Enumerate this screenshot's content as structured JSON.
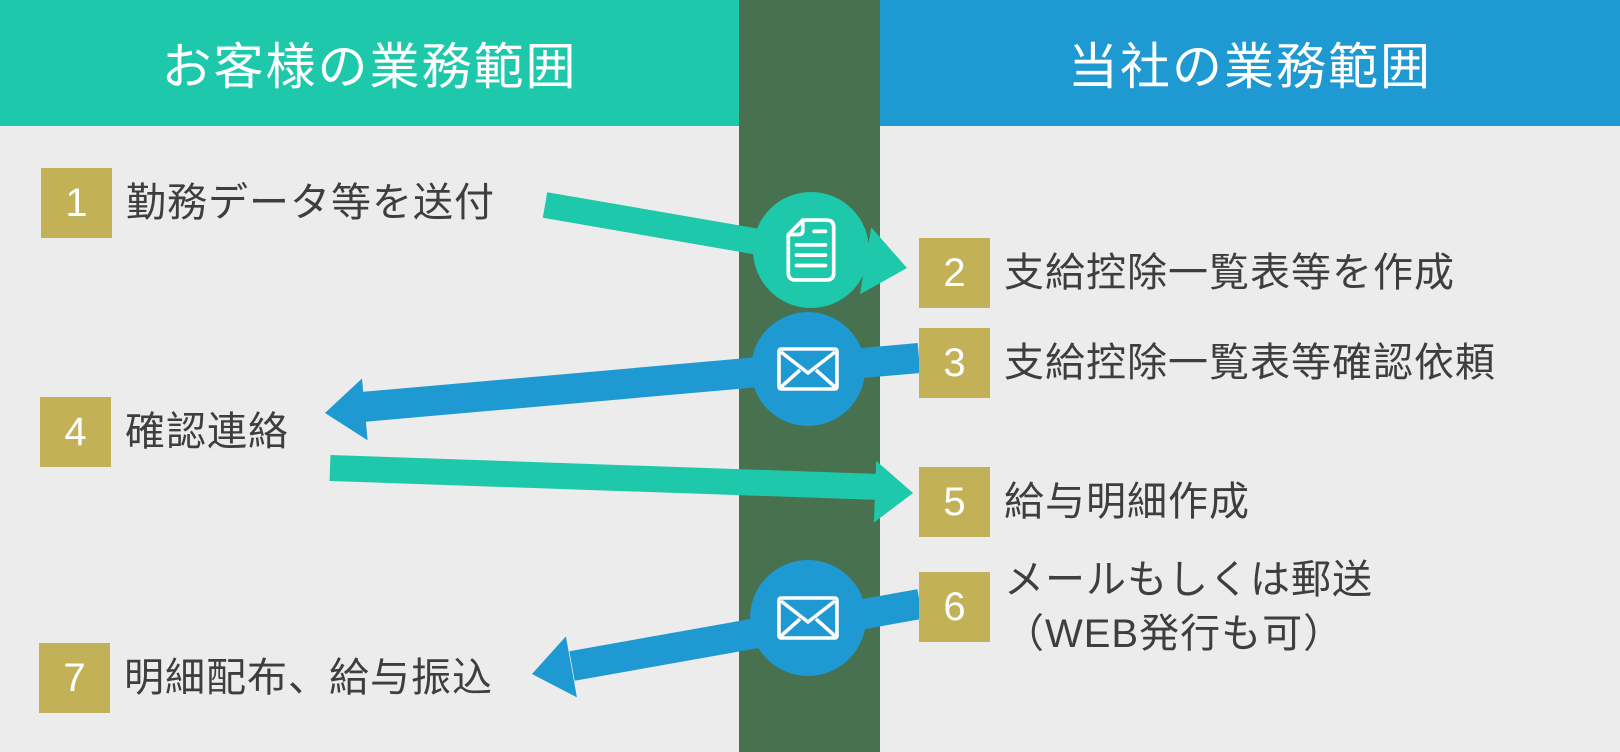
{
  "left_panel": {
    "title": "お客様の業務範囲"
  },
  "right_panel": {
    "title": "当社の業務範囲"
  },
  "steps": [
    {
      "num": "1",
      "label": "勤務データ等を送付",
      "side": "customer"
    },
    {
      "num": "2",
      "label": "支給控除一覧表等を作成",
      "side": "company"
    },
    {
      "num": "3",
      "label": "支給控除一覧表等確認依頼",
      "side": "company"
    },
    {
      "num": "4",
      "label": "確認連絡",
      "side": "customer"
    },
    {
      "num": "5",
      "label": "給与明細作成",
      "side": "company"
    },
    {
      "num": "6",
      "label": "メールもしくは郵送\n（WEB発行も可）",
      "side": "company"
    },
    {
      "num": "7",
      "label": "明細配布、給与振込",
      "side": "customer"
    }
  ],
  "flow_icons": [
    {
      "name": "document-icon",
      "between": "1-2"
    },
    {
      "name": "envelope-icon",
      "between": "3-4"
    },
    {
      "name": "envelope-icon",
      "between": "6-7"
    }
  ],
  "colors": {
    "customer_accent": "#1EC8AA",
    "company_accent": "#1E99D1",
    "divider_band": "#47714F",
    "step_badge": "#C3B158",
    "background": "#ECECEC",
    "text": "#3E3E3E"
  }
}
